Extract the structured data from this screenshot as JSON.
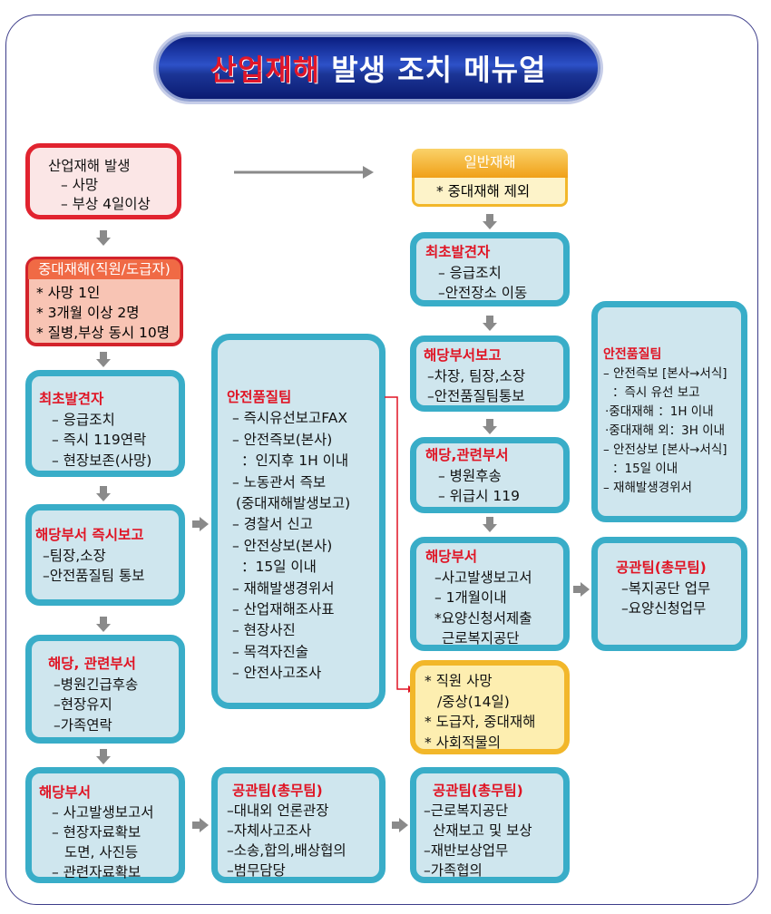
{
  "title": {
    "red": "산업재해",
    "white": "발생 조치 메뉴얼"
  },
  "occurrence": {
    "l1": "산업재해 발생",
    "l2": "– 사망",
    "l3": "– 부상  4일이상"
  },
  "major": {
    "head": "중대재해(직원/도급자)",
    "l1": "* 사망 1인",
    "l2": "* 3개월 이상 2명",
    "l3": "* 질병,부상 동시 10명"
  },
  "left1": {
    "head": "최초발견자",
    "l1": "– 응급조치",
    "l2": "– 즉시 119연락",
    "l3": "– 현장보존(사망)"
  },
  "left2": {
    "head": "해당부서 즉시보고",
    "l1": "–팀장,소장",
    "l2": "–안전품질팀 통보"
  },
  "left3": {
    "head": "해당,  관련부서",
    "l1": "–병원긴급후송",
    "l2": "–현장유지",
    "l3": "–가족연락"
  },
  "left4": {
    "head": "해당부서",
    "l1": "– 사고발생보고서",
    "l2": "– 현장자료확보",
    "l3": "도면,  사진등",
    "l4": "– 관련자료확보"
  },
  "mid": {
    "head": "안전품질팀",
    "items": [
      "– 즉시유선보고FAX",
      "– 안전즉보(본사)",
      "：인지후 1H 이내",
      "– 노동관서 즉보",
      "(중대재해발생보고)",
      "– 경찰서 신고",
      "– 안전상보(본사)",
      "：15일 이내",
      "– 재해발생경위서",
      "– 산업재해조사표",
      "– 현장사진",
      "– 목격자진술",
      "– 안전사고조사"
    ]
  },
  "midbottom": {
    "head": "공관팀(총무팀)",
    "l1": "–대내외 언론관장",
    "l2": "–자체사고조사",
    "l3": "–소송,합의,배상협의",
    "l4": "–범무담당"
  },
  "general": {
    "head": "일반재해",
    "body": "* 중대재해 제외"
  },
  "r1": {
    "head": "최초발견자",
    "l1": "– 응급조치",
    "l2": "–안전장소 이동"
  },
  "r2": {
    "head": "해당부서보고",
    "l1": "–차장,  팀장,소장",
    "l2": "–안전품질팀통보"
  },
  "r3": {
    "head": "해당,관련부서",
    "l1": "– 병원후송",
    "l2": "– 위급시 119"
  },
  "r4": {
    "head": "해당부서",
    "l1": "–사고발생보고서",
    "l2": "– 1개월이내",
    "l3": "*요양신청서제출",
    "l4": "근로복지공단"
  },
  "r5": {
    "l1": "* 직원 사망",
    "l2": "/중상(14일)",
    "l3": "* 도급자,  중대재해",
    "l4": "* 사회적물의"
  },
  "r6": {
    "head": "공관팀(총무팀)",
    "l1": "–근로복지공단",
    "l2": "산재보고 및 보상",
    "l3": "–재반보상업무",
    "l4": "–가족협의"
  },
  "far1": {
    "head": "안전품질팀",
    "l1": "– 안전즉보 [본사→서식]",
    "l2": "：즉시 유선 보고",
    "l3": "·중대재해     ：1H 이내",
    "l4": "·중대재해 외：3H 이내",
    "l5": "– 안전상보 [본사→서식]",
    "l6": "：15일 이내",
    "l7": "– 재해발생경위서"
  },
  "far2": {
    "head": "공관팀(총무팀)",
    "l1": "–복지공단 업무",
    "l2": "–요양신청업무"
  }
}
